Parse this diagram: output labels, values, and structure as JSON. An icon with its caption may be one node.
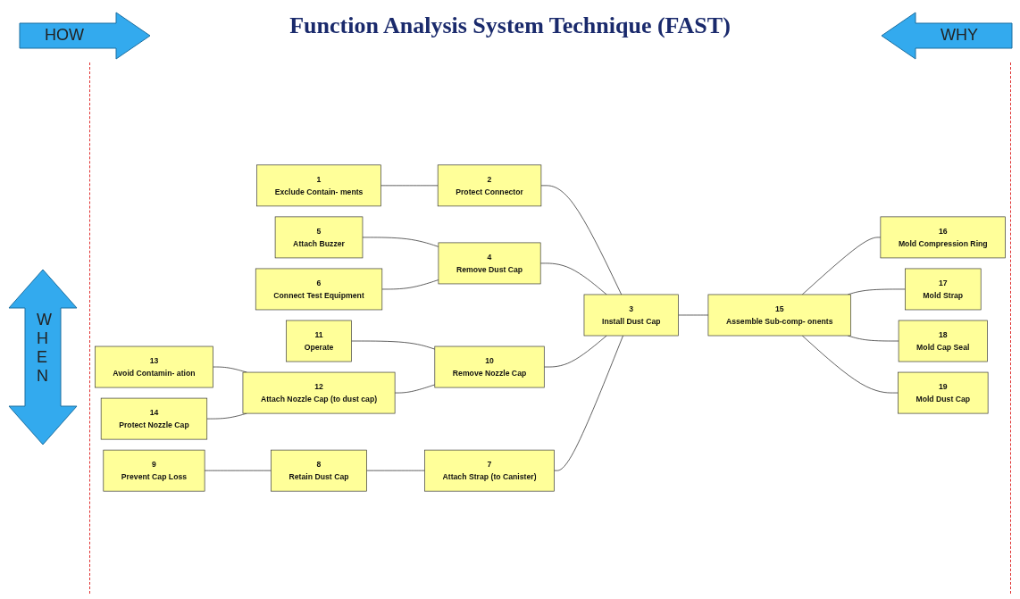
{
  "diagram": {
    "title": "Function Analysis System Technique (FAST)",
    "nodes": [
      {
        "text": [
          "1",
          "Exclude Contain- ments"
        ]
      },
      {
        "text": [
          "2",
          "Protect Connector"
        ]
      },
      {
        "text": [
          "3",
          "Install Dust Cap"
        ]
      },
      {
        "text": [
          "4",
          "Remove Dust Cap"
        ]
      },
      {
        "text": [
          "5",
          "Attach Buzzer"
        ]
      },
      {
        "text": [
          "6",
          "Connect Test Equipment"
        ]
      },
      {
        "text": [
          "7",
          "Attach Strap (to Canister)"
        ]
      },
      {
        "text": [
          "8",
          "Retain Dust Cap"
        ]
      },
      {
        "text": [
          "9",
          "Prevent Cap Loss"
        ]
      },
      {
        "text": [
          "10",
          "Remove Nozzle Cap"
        ]
      },
      {
        "text": [
          "11",
          "Operate"
        ]
      },
      {
        "text": [
          "12",
          "Attach Nozzle Cap (to dust cap)"
        ]
      },
      {
        "text": [
          "13",
          "Avoid Contamin- ation"
        ]
      },
      {
        "text": [
          "14",
          "Protect Nozzle Cap"
        ]
      },
      {
        "text": [
          "15",
          "Assemble Sub-comp- onents"
        ]
      },
      {
        "text": [
          "16",
          "Mold Compression Ring"
        ]
      },
      {
        "text": [
          "17",
          "Mold Strap"
        ]
      },
      {
        "text": [
          "18",
          "Mold Cap Seal"
        ]
      },
      {
        "text": [
          "19",
          "Mold Dust Cap"
        ]
      }
    ],
    "edges": [
      {
        "from": 0,
        "to": 1,
        "arrow": "none"
      },
      {
        "from": 1,
        "to": 2,
        "arrow": "none"
      },
      {
        "from": 3,
        "to": 2,
        "arrow": "none"
      },
      {
        "from": 4,
        "to": 3,
        "arrow": "none"
      },
      {
        "from": 5,
        "to": 3,
        "arrow": "none"
      },
      {
        "from": 9,
        "to": 2,
        "arrow": "none"
      },
      {
        "from": 10,
        "to": 9,
        "arrow": "none"
      },
      {
        "from": 11,
        "to": 9,
        "arrow": "none"
      },
      {
        "from": 12,
        "to": 11,
        "arrow": "none"
      },
      {
        "from": 13,
        "to": 11,
        "arrow": "none"
      },
      {
        "from": 2,
        "to": 14,
        "arrow": "none"
      },
      {
        "from": 14,
        "to": 15,
        "arrow": "none"
      },
      {
        "from": 14,
        "to": 16,
        "arrow": "none"
      },
      {
        "from": 14,
        "to": 17,
        "arrow": "none"
      },
      {
        "from": 14,
        "to": 18,
        "arrow": "none"
      },
      {
        "from": 6,
        "to": 2,
        "arrow": "none"
      },
      {
        "from": 7,
        "to": 6,
        "arrow": "none"
      },
      {
        "from": 8,
        "to": 7,
        "arrow": "none"
      }
    ],
    "labels": [
      "HOW",
      "WHY",
      "WHEN"
    ]
  }
}
